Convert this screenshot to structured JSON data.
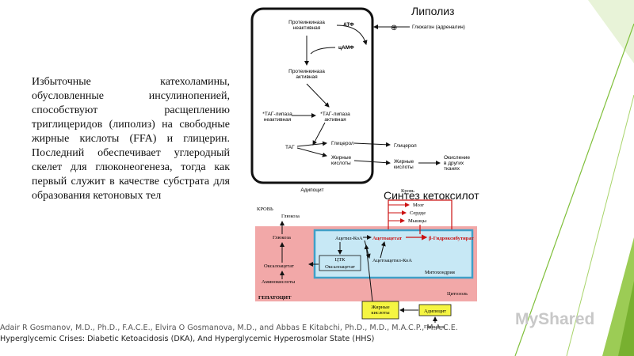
{
  "slide": {
    "body_text": "Избыточные катехоламины, обусловленные инсулинопенией, способствуют расщеплению триглицеридов (липолиз) на свободные жирные кислоты (FFA) и глицерин. Последний обеспечивает углеродный скелет для глюконеогенеза, тогда как первый служит в качестве субстрата для образования кетоновых тел",
    "title_lipolysis": "Липолиз",
    "title_ketone": "Синтез кетоксилот",
    "citation_line1": "Adair R Gosmanov, M.D., Ph.D., F.A.C.E., Elvira O Gosmanova, M.D., and Abbas E Kitabchi, Ph.D., M.D., M.A.C.P., M.A.C.E.",
    "citation_line2": "Hyperglycemic Crises: Diabetic Ketoacidosis (DKA), And Hyperglycemic Hyperosmolar State (HHS)",
    "watermark": "MyShared",
    "colors": {
      "accent_green": "#7fbf3a",
      "liver_pink": "#f2a8a8",
      "mito_blue": "#c7e8f5",
      "red": "#cc1111"
    }
  },
  "adipocyte": {
    "pk_inactive": "Протеинкиназа неактивная",
    "atp": "АТФ",
    "plus": "⊕",
    "glucagon": "Глюкагон (адреналин)",
    "camp": "цАМФ",
    "pk_active": "Протеинкиназа активная",
    "tag_lipase_inactive": "*ТАГ-липаза неактивная",
    "tag_lipase_active": "*ТАГ-липаза активная",
    "tag": "ТАГ",
    "glycerol_in": "Глицерол",
    "fa_in": "Жирные кислоты",
    "glycerol_out": "Глицерол",
    "oxidation": "Окисление в других тканях",
    "fa_out": "Жирные кислоты",
    "label": "Адипоцит"
  },
  "hepatocyte": {
    "blood_left": "КРОВЬ",
    "blood_right": "Кровь",
    "glucose_blood": "Глюкоза",
    "brain": "Мозг",
    "heart": "Сердце",
    "muscles": "Мышцы",
    "glucose_cell": "Глюкоза",
    "acetyl_coa": "Ацетил-КоА",
    "acetoacetate": "Ацетоацетат",
    "hydroxybutyrate": "β-Гидроксибутират",
    "ttk": "ЦТК",
    "oxaloacetate_mito": "Оксалоацетат",
    "acetoacetyl_coa": "Ацетоацетил-КоА",
    "oxaloacetate_cyto": "Оксалоацетат",
    "mitochondria": "Митохондрия",
    "amino_acids": "Аминокислоты",
    "hepatocyte": "ГЕПАТОЦИТ",
    "cytosol": "Цитозоль",
    "fatty_acids": "Жирные кислоты",
    "adipocyte": "Адипоцит",
    "glucagon": "Глюкагон"
  }
}
